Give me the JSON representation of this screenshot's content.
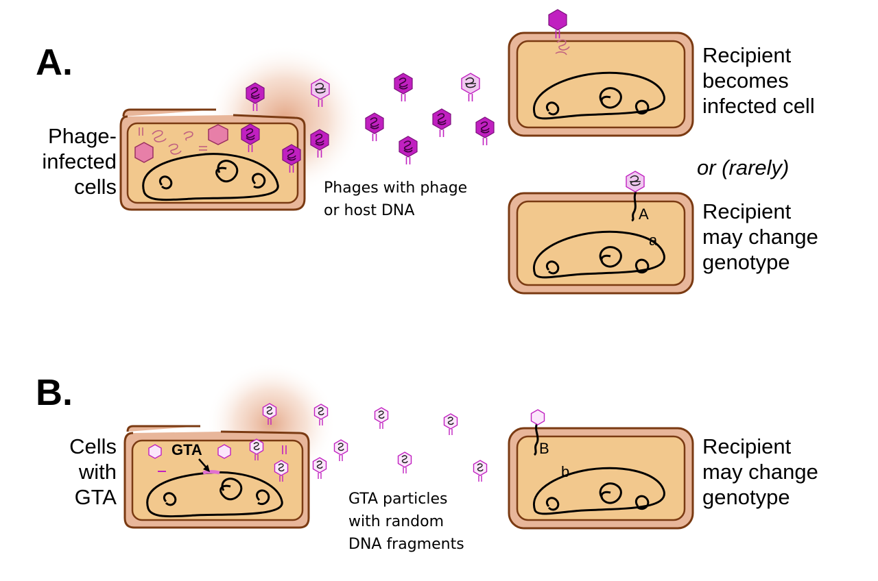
{
  "panels": {
    "a": {
      "letter": "A.",
      "source_label": "Phage-\ninfected\ncells",
      "particles_label": "Phages with phage\nor host DNA",
      "recipient1_label": "Recipient\nbecomes\ninfected cell",
      "alt_label": "or (rarely)",
      "recipient2_label": "Recipient\nmay change\ngenotype",
      "gene_donor": "A",
      "gene_recipient": "a"
    },
    "b": {
      "letter": "B.",
      "source_label": "Cells\nwith\nGTA",
      "gta_label": "GTA",
      "particles_label": "GTA particles\nwith random\nDNA fragments",
      "recipient_label": "Recipient\nmay change\ngenotype",
      "gene_donor": "B",
      "gene_recipient": "b"
    }
  },
  "colors": {
    "cell_fill": "#f2c88d",
    "cell_wall": "#e8b69a",
    "cell_outline": "#7a3a12",
    "phage_dark": "#c020c0",
    "phage_light": "#f0c8f0",
    "capsid_pink": "#e77fa8",
    "dna": "#000000",
    "glow": "#d9865a"
  },
  "icons": [
    "phage-particle-icon",
    "gta-particle-icon",
    "dna-chromosome-icon",
    "empty-capsid-icon"
  ]
}
